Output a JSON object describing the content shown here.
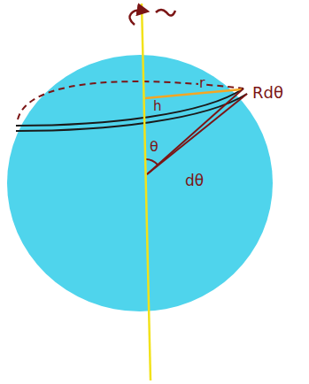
{
  "diagram": {
    "labels": [
      "r",
      "Rdθ",
      "h",
      "θ",
      "dθ"
    ]
  }
}
